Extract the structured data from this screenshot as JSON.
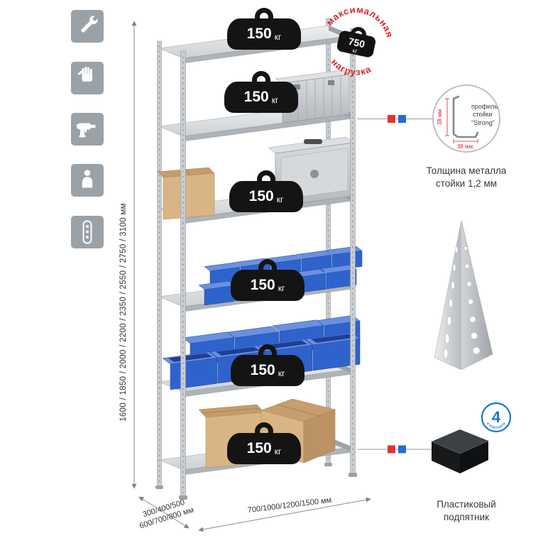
{
  "legend_icons": [
    "wrench",
    "work-gloves",
    "power-drill",
    "person",
    "perforated-profile"
  ],
  "rack": {
    "shelves_count": 6,
    "shelf_load": {
      "value": "150",
      "unit": "кг"
    },
    "max_load": {
      "arc_top": "максимальная",
      "arc_bottom": "нагрузка",
      "value": "750",
      "unit": "кг"
    },
    "dimensions": {
      "height": "1600 / 1850 / 2000 / 2200 / 2350 / 2550 / 2750 / 3100 мм",
      "depth_line1": "300/400/500",
      "depth_line2": "600/700/800 мм",
      "width": "700/1000/1200/1500 мм"
    }
  },
  "callouts": {
    "profile": {
      "line1": "профиль",
      "line2": "стойки",
      "line3": "\"Strong\"",
      "dim_vertical": "38 мм",
      "dim_horizontal": "38 мм.",
      "caption_line1": "Толщина металла",
      "caption_line2": "стойки 1,2 мм"
    },
    "foot": {
      "badge_value": "4",
      "badge_arc": "в комплекте",
      "caption_line1": "Пластиковый",
      "caption_line2": "подпятник"
    }
  },
  "colors": {
    "accent_red": "#d8262c",
    "accent_blue": "#1b75d0",
    "tile_gray": "#9aa1a7",
    "bin_blue": "#2f63cc",
    "metal_gray": "#c6cacd",
    "cardboard": "#d9b585",
    "badge_black": "#141414"
  }
}
